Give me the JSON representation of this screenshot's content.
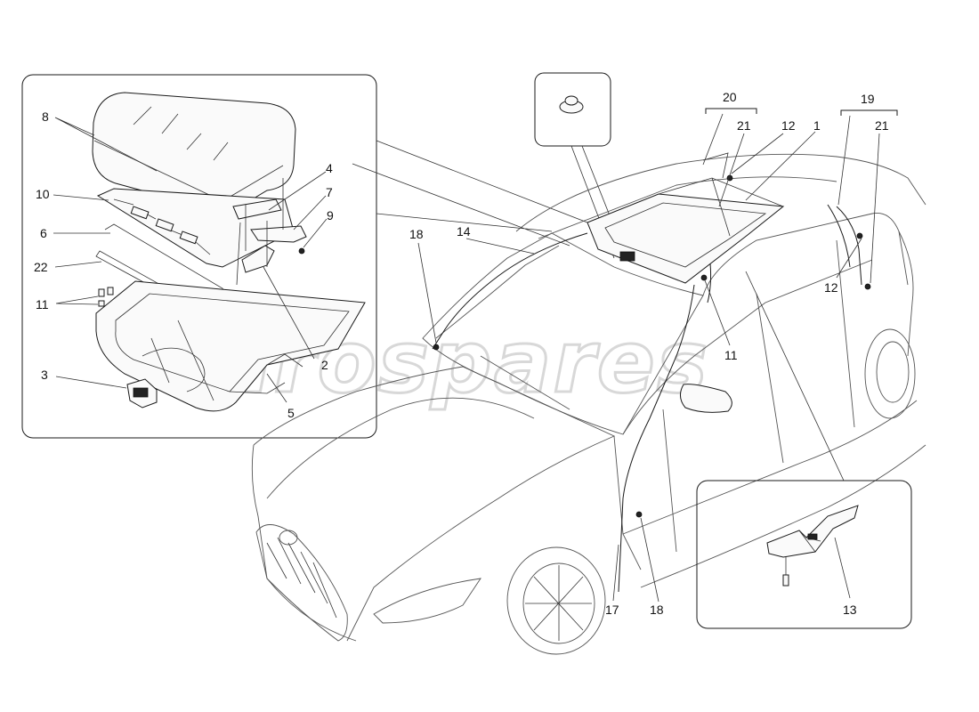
{
  "watermark": "eurospares",
  "callouts": {
    "c1": "1",
    "c2": "2",
    "c3": "3",
    "c4": "4",
    "c5": "5",
    "c6": "6",
    "c7": "7",
    "c8": "8",
    "c9": "9",
    "c10": "10",
    "c11_inset": "11",
    "c22": "22",
    "c11_car": "11",
    "c12_a": "12",
    "c12_b": "12",
    "c13": "13",
    "c14": "14",
    "c17": "17",
    "c18_a": "18",
    "c18_b": "18",
    "c19": "19",
    "c20": "20",
    "c21_a": "21",
    "c21_b": "21"
  }
}
